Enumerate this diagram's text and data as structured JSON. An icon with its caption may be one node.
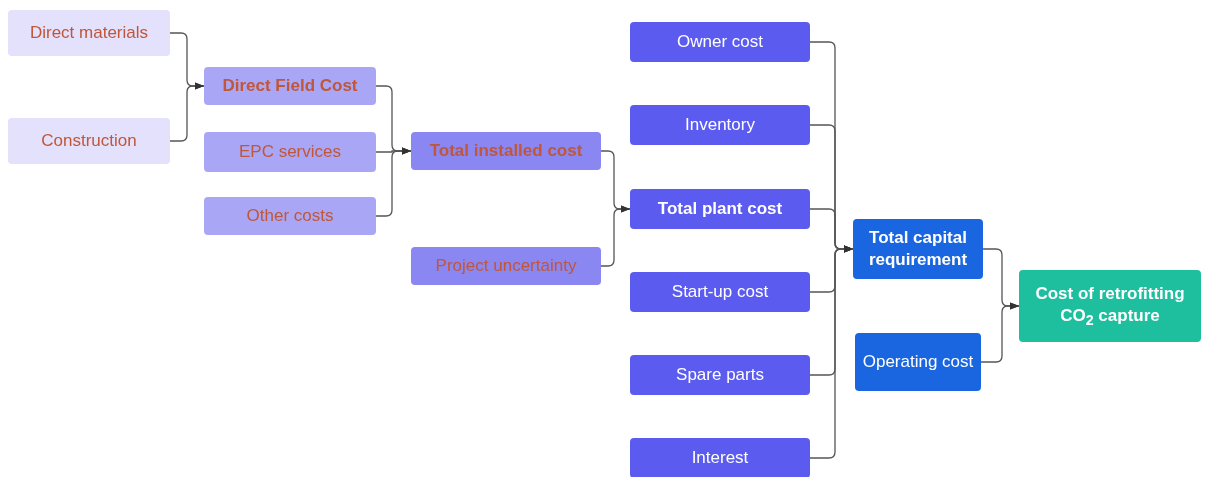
{
  "diagram": {
    "nodes": [
      {
        "text": [
          "Direct materials"
        ]
      },
      {
        "text": [
          "Construction"
        ]
      },
      {
        "text": [
          "Direct Field Cost"
        ]
      },
      {
        "text": [
          "EPC services"
        ]
      },
      {
        "text": [
          "Other costs"
        ]
      },
      {
        "text": [
          "Total installed cost"
        ]
      },
      {
        "text": [
          "Project uncertainty"
        ]
      },
      {
        "text": [
          "Owner cost"
        ]
      },
      {
        "text": [
          "Inventory"
        ]
      },
      {
        "text": [
          "Total plant cost"
        ]
      },
      {
        "text": [
          "Start-up cost"
        ]
      },
      {
        "text": [
          "Spare parts"
        ]
      },
      {
        "text": [
          "Interest"
        ]
      },
      {
        "text": [
          "Total capital requirement"
        ]
      },
      {
        "text": [
          "Operating cost"
        ]
      },
      {
        "text": [
          "Cost of retrofitting CO$_{2}$ capture"
        ]
      }
    ],
    "edges": [
      {
        "from": 0,
        "to": 2,
        "arrow": "to"
      },
      {
        "from": 1,
        "to": 2,
        "arrow": "to"
      },
      {
        "from": 2,
        "to": 5,
        "arrow": "to"
      },
      {
        "from": 3,
        "to": 5,
        "arrow": "to"
      },
      {
        "from": 4,
        "to": 5,
        "arrow": "to"
      },
      {
        "from": 5,
        "to": 9,
        "arrow": "to"
      },
      {
        "from": 6,
        "to": 9,
        "arrow": "to"
      },
      {
        "from": 7,
        "to": 13,
        "arrow": "to"
      },
      {
        "from": 8,
        "to": 13,
        "arrow": "to"
      },
      {
        "from": 9,
        "to": 13,
        "arrow": "to"
      },
      {
        "from": 10,
        "to": 13,
        "arrow": "to"
      },
      {
        "from": 11,
        "to": 13,
        "arrow": "to"
      },
      {
        "from": 12,
        "to": 13,
        "arrow": "to"
      },
      {
        "from": 13,
        "to": 15,
        "arrow": "to"
      },
      {
        "from": 14,
        "to": 15,
        "arrow": "to"
      }
    ]
  }
}
